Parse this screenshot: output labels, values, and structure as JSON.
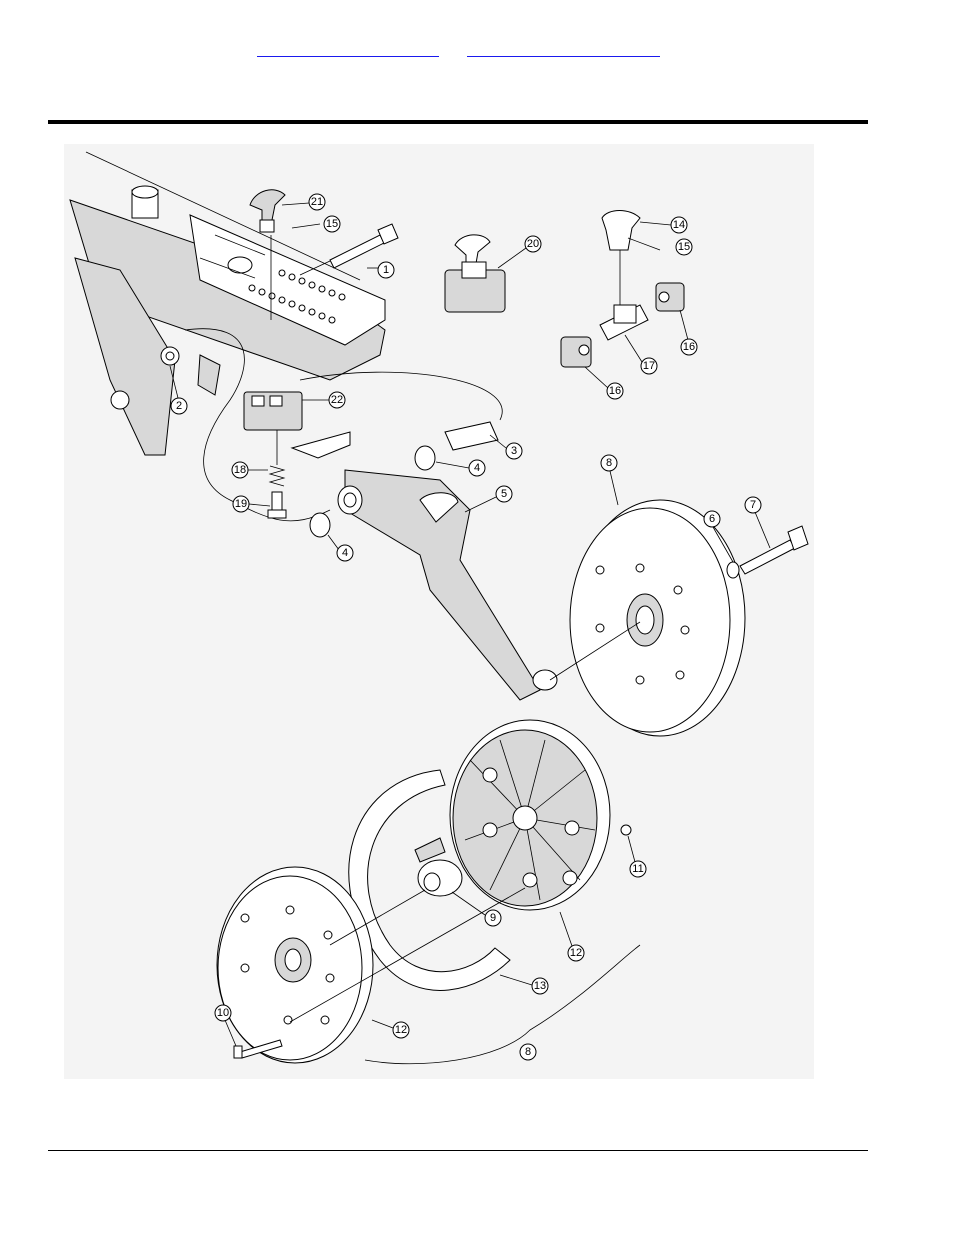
{
  "header": {
    "links": [
      {
        "label": ""
      },
      {
        "label": ""
      }
    ]
  },
  "callouts": [
    "1",
    "2",
    "3",
    "4",
    "4",
    "5",
    "6",
    "7",
    "8",
    "8",
    "9",
    "10",
    "11",
    "12",
    "12",
    "13",
    "14",
    "15",
    "15",
    "16",
    "16",
    "17",
    "18",
    "19",
    "20",
    "21",
    "22"
  ]
}
